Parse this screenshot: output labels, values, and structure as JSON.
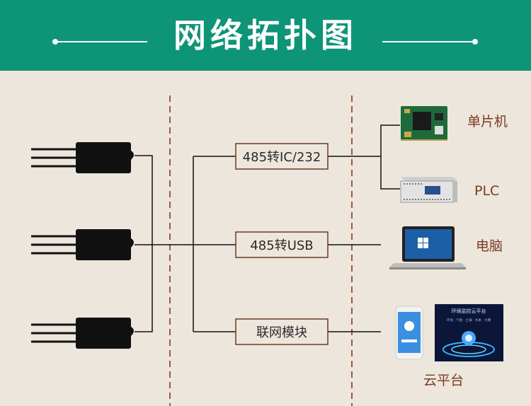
{
  "header": {
    "title": "网络拓扑图"
  },
  "converters": [
    {
      "label": "485转IC/232"
    },
    {
      "label": "485转USB"
    },
    {
      "label": "联网模块"
    }
  ],
  "devices": [
    {
      "label": "单片机",
      "icon": "microcontroller-board-icon"
    },
    {
      "label": "PLC",
      "icon": "plc-icon"
    },
    {
      "label": "电脑",
      "icon": "laptop-icon"
    },
    {
      "label": "云平台",
      "icon": "cloud-platform-icon"
    }
  ],
  "sensors": [
    {
      "icon": "soil-sensor-icon"
    },
    {
      "icon": "soil-sensor-icon"
    },
    {
      "icon": "soil-sensor-icon"
    }
  ],
  "cloud_screen": {
    "title": "环境监控云平台",
    "subtitle": "环境 · 气象 · 土壤 · 水质 · 大棚"
  },
  "colors": {
    "header_bg": "#0e9477",
    "page_bg": "#ede6dc",
    "divider": "#9a5a3e",
    "device_label": "#7a3b22"
  }
}
